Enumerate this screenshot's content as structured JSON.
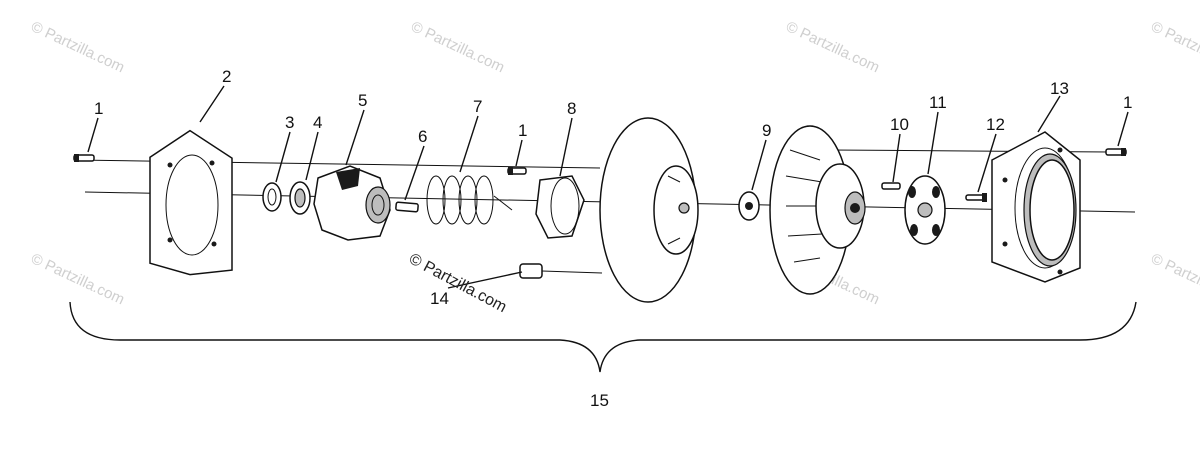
{
  "callouts": {
    "c1a": "1",
    "c2": "2",
    "c3": "3",
    "c4": "4",
    "c5": "5",
    "c6": "6",
    "c7": "7",
    "c1b": "1",
    "c8": "8",
    "c9": "9",
    "c10": "10",
    "c11": "11",
    "c12": "12",
    "c13": "13",
    "c1c": "1",
    "c14": "14",
    "c15": "15"
  },
  "watermark": {
    "text": "© Partzilla.com",
    "center_text": "© Partzilla.com"
  },
  "colors": {
    "ink": "#111111",
    "watermark": "#cfcfcf"
  }
}
